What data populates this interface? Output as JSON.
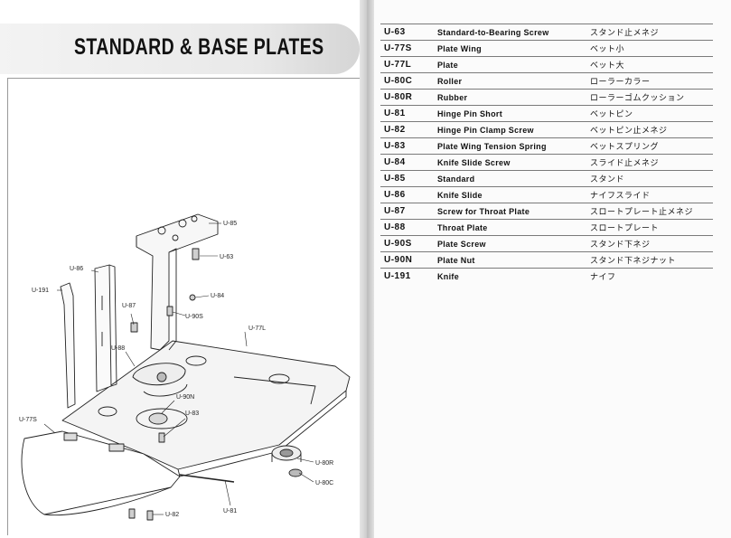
{
  "page_title": "STANDARD & BASE PLATES",
  "diagram_labels": {
    "u85": "U-85",
    "u63": "U-63",
    "u86": "U-86",
    "u191": "U-191",
    "u87": "U-87",
    "u84": "U-84",
    "u90s": "U-90S",
    "u77l": "U-77L",
    "u88": "U-88",
    "u90n": "U-90N",
    "u77s": "U-77S",
    "u83": "U-83",
    "u80r": "U-80R",
    "u80c": "U-80C",
    "u81": "U-81",
    "u82": "U-82"
  },
  "parts": [
    {
      "code": "U-63",
      "name": "Standard-to-Bearing Screw",
      "jp": "スタンド止メネジ"
    },
    {
      "code": "U-77S",
      "name": "Plate Wing",
      "jp": "ベット小"
    },
    {
      "code": "U-77L",
      "name": "Plate",
      "jp": "ベット大"
    },
    {
      "code": "U-80C",
      "name": "Roller",
      "jp": "ローラーカラー"
    },
    {
      "code": "U-80R",
      "name": "Rubber",
      "jp": "ローラーゴムクッション"
    },
    {
      "code": "U-81",
      "name": "Hinge Pin Short",
      "jp": "ベットピン"
    },
    {
      "code": "U-82",
      "name": "Hinge Pin Clamp Screw",
      "jp": "ベットピン止メネジ"
    },
    {
      "code": "U-83",
      "name": "Plate Wing Tension Spring",
      "jp": "ベットスプリング"
    },
    {
      "code": "U-84",
      "name": "Knife Slide Screw",
      "jp": "スライド止メネジ"
    },
    {
      "code": "U-85",
      "name": "Standard",
      "jp": "スタンド"
    },
    {
      "code": "U-86",
      "name": "Knife Slide",
      "jp": "ナイフスライド"
    },
    {
      "code": "U-87",
      "name": "Screw for Throat Plate",
      "jp": "スロートプレート止メネジ"
    },
    {
      "code": "U-88",
      "name": "Throat Plate",
      "jp": "スロートプレート"
    },
    {
      "code": "U-90S",
      "name": "Plate Screw",
      "jp": "スタンド下ネジ"
    },
    {
      "code": "U-90N",
      "name": "Plate Nut",
      "jp": "スタンド下ネジナット"
    },
    {
      "code": "U-191",
      "name": "Knife",
      "jp": "ナイフ"
    }
  ]
}
